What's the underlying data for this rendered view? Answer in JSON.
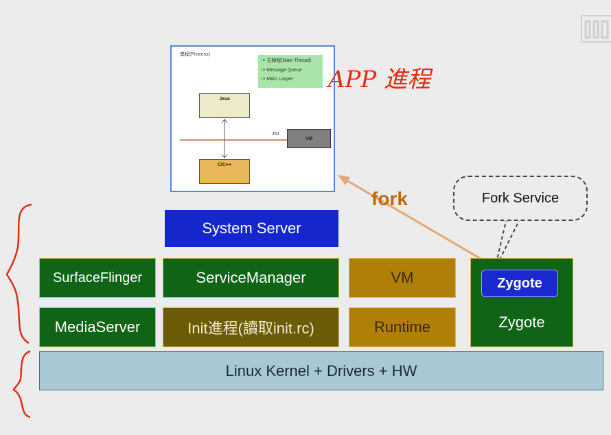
{
  "process_inset": {
    "title": "進程(Process)",
    "notes": [
      "-> 主線程(Main Thread)",
      "-> Message Queue",
      "-> Main Looper"
    ],
    "java": "Java",
    "cpp": "C/C++",
    "jni": "JNI",
    "vm": "VM"
  },
  "annotations": {
    "app_process": "APP 進程",
    "fork": "fork",
    "fork_service": "Fork Service"
  },
  "layers": {
    "system_server": "System Server",
    "surface_flinger": "SurfaceFlinger",
    "service_manager": "ServiceManager",
    "vm": "VM",
    "media_server": "MediaServer",
    "init": "Init進程(讀取init.rc)",
    "runtime": "Runtime",
    "zygote_inner": "Zygote",
    "zygote": "Zygote",
    "kernel": "Linux Kernel + Drivers + HW"
  },
  "colors": {
    "green": "#0f6416",
    "olive": "#6b5a06",
    "gold": "#b07f06",
    "blue": "#1526cc",
    "kernel": "#a8c9d3",
    "fork_arrow": "#e2a777",
    "handwriting": "#e02e15"
  }
}
